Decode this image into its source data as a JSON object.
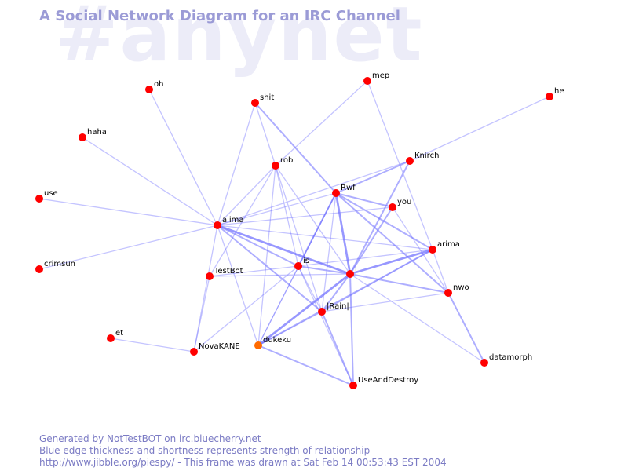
{
  "title": "A Social Network Diagram for an IRC Channel",
  "watermark": "#anynet",
  "colors": {
    "edge": "#6b6bff",
    "node": "#ff0000",
    "node_alt": "#ff6a00",
    "title": "#9b9bd6",
    "footer": "#7b7bc4",
    "watermark": "#ececf8"
  },
  "nodes": [
    {
      "id": "oh",
      "label": "oh"
    },
    {
      "id": "shit",
      "label": "shit"
    },
    {
      "id": "mep",
      "label": "mep"
    },
    {
      "id": "he",
      "label": "he"
    },
    {
      "id": "haha",
      "label": "haha"
    },
    {
      "id": "rob",
      "label": "rob"
    },
    {
      "id": "Knirch",
      "label": "Knirch"
    },
    {
      "id": "use",
      "label": "use"
    },
    {
      "id": "Rwf",
      "label": "Rwf"
    },
    {
      "id": "you",
      "label": "you"
    },
    {
      "id": "alima",
      "label": "alima"
    },
    {
      "id": "crimsun",
      "label": "crimsun"
    },
    {
      "id": "arima",
      "label": "arima"
    },
    {
      "id": "is",
      "label": "is"
    },
    {
      "id": "TestBot",
      "label": "TestBot"
    },
    {
      "id": "i",
      "label": "i"
    },
    {
      "id": "nwo",
      "label": "nwo"
    },
    {
      "id": "Rain",
      "label": "|Rain|"
    },
    {
      "id": "et",
      "label": "et"
    },
    {
      "id": "dukeku",
      "label": "dukeku",
      "alt": true
    },
    {
      "id": "NovaKANE",
      "label": "NovaKANE"
    },
    {
      "id": "datamorph",
      "label": "datamorph"
    },
    {
      "id": "UseAndDestroy",
      "label": "UseAndDestroy"
    }
  ],
  "edges": [
    [
      "oh",
      "alima",
      1
    ],
    [
      "haha",
      "alima",
      1
    ],
    [
      "use",
      "alima",
      1
    ],
    [
      "crimsun",
      "alima",
      1
    ],
    [
      "shit",
      "alima",
      1
    ],
    [
      "shit",
      "rob",
      1
    ],
    [
      "shit",
      "Rwf",
      2
    ],
    [
      "mep",
      "rob",
      1
    ],
    [
      "mep",
      "arima",
      1
    ],
    [
      "he",
      "Knirch",
      1
    ],
    [
      "Knirch",
      "Rwf",
      2
    ],
    [
      "Knirch",
      "i",
      2
    ],
    [
      "Knirch",
      "alima",
      1
    ],
    [
      "rob",
      "alima",
      1
    ],
    [
      "rob",
      "TestBot",
      1
    ],
    [
      "rob",
      "Rain",
      1
    ],
    [
      "rob",
      "i",
      1
    ],
    [
      "rob",
      "dukeku",
      1
    ],
    [
      "rob",
      "is",
      1
    ],
    [
      "Rwf",
      "alima",
      1
    ],
    [
      "Rwf",
      "i",
      3
    ],
    [
      "Rwf",
      "you",
      2
    ],
    [
      "Rwf",
      "arima",
      2
    ],
    [
      "Rwf",
      "nwo",
      2
    ],
    [
      "Rwf",
      "is",
      2
    ],
    [
      "Rwf",
      "Rain",
      1
    ],
    [
      "Rwf",
      "dukeku",
      1
    ],
    [
      "you",
      "alima",
      1
    ],
    [
      "you",
      "i",
      2
    ],
    [
      "you",
      "nwo",
      1
    ],
    [
      "alima",
      "is",
      2
    ],
    [
      "alima",
      "i",
      3
    ],
    [
      "alima",
      "Rain",
      2
    ],
    [
      "alima",
      "NovaKANE",
      1
    ],
    [
      "alima",
      "dukeku",
      1
    ],
    [
      "alima",
      "arima",
      1
    ],
    [
      "is",
      "i",
      2
    ],
    [
      "is",
      "arima",
      1
    ],
    [
      "is",
      "Rain",
      1
    ],
    [
      "is",
      "UseAndDestroy",
      1
    ],
    [
      "is",
      "TestBot",
      1
    ],
    [
      "is",
      "NovaKANE",
      1
    ],
    [
      "TestBot",
      "i",
      1
    ],
    [
      "TestBot",
      "NovaKANE",
      1
    ],
    [
      "i",
      "arima",
      3
    ],
    [
      "i",
      "nwo",
      2
    ],
    [
      "i",
      "Rain",
      2
    ],
    [
      "i",
      "dukeku",
      3
    ],
    [
      "i",
      "UseAndDestroy",
      2
    ],
    [
      "i",
      "datamorph",
      1
    ],
    [
      "arima",
      "nwo",
      1
    ],
    [
      "arima",
      "dukeku",
      2
    ],
    [
      "arima",
      "Rain",
      1
    ],
    [
      "nwo",
      "datamorph",
      2
    ],
    [
      "nwo",
      "Rain",
      1
    ],
    [
      "Rain",
      "UseAndDestroy",
      2
    ],
    [
      "Rain",
      "dukeku",
      1
    ],
    [
      "dukeku",
      "UseAndDestroy",
      2
    ],
    [
      "dukeku",
      "Rwf",
      1
    ],
    [
      "et",
      "NovaKANE",
      1
    ]
  ],
  "footer": {
    "line1": "Generated by NotTestBOT on irc.bluecherry.net",
    "line2": "Blue edge thickness and shortness represents strength of relationship",
    "line3": "http://www.jibble.org/piespy/ - This frame was drawn at Sat Feb 14 00:53:43 EST 2004"
  }
}
